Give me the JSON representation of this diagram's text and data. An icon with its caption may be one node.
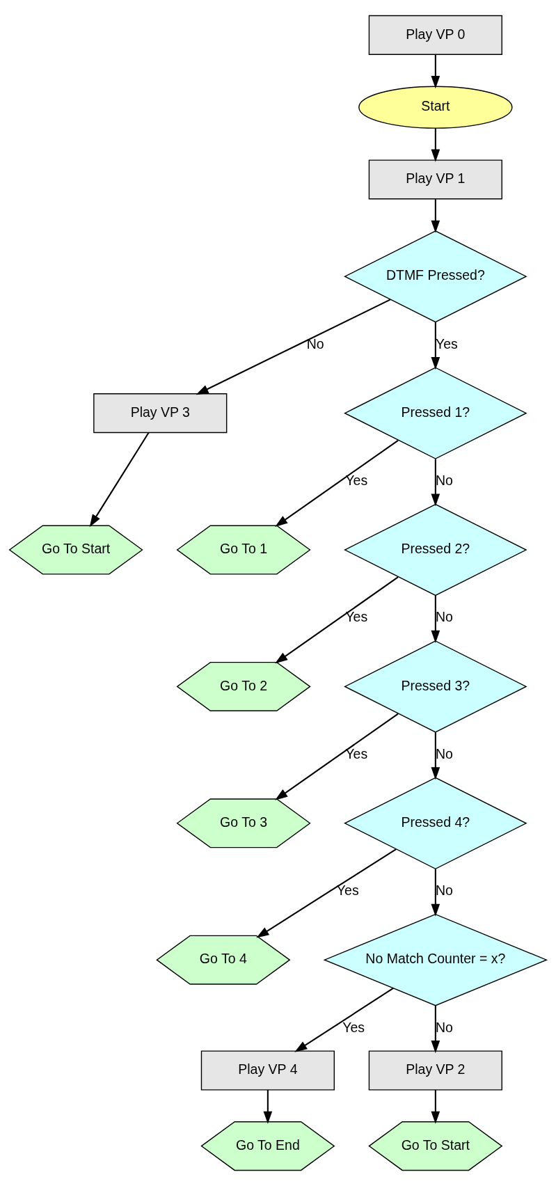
{
  "diagram": {
    "nodes": [
      {
        "text": [
          "Play VP 0"
        ]
      },
      {
        "text": [
          "Start"
        ]
      },
      {
        "text": [
          "Play VP 1"
        ]
      },
      {
        "text": [
          "DTMF Pressed?"
        ]
      },
      {
        "text": [
          "Play VP 3"
        ]
      },
      {
        "text": [
          "Go To Start"
        ]
      },
      {
        "text": [
          "Pressed 1?"
        ]
      },
      {
        "text": [
          "Go To 1"
        ]
      },
      {
        "text": [
          "Pressed 2?"
        ]
      },
      {
        "text": [
          "Go To 2"
        ]
      },
      {
        "text": [
          "Pressed 3?"
        ]
      },
      {
        "text": [
          "Go To 3"
        ]
      },
      {
        "text": [
          "Pressed 4?"
        ]
      },
      {
        "text": [
          "Go To 4"
        ]
      },
      {
        "text": [
          "No Match Counter = x?"
        ]
      },
      {
        "text": [
          "Play VP 4"
        ]
      },
      {
        "text": [
          "Go To End"
        ]
      },
      {
        "text": [
          "Play VP 2"
        ]
      },
      {
        "text": [
          "Go To Start"
        ]
      }
    ],
    "edges": [
      {
        "from": 0,
        "to": 1,
        "arrow": "to"
      },
      {
        "from": 1,
        "to": 2,
        "arrow": "to"
      },
      {
        "from": 2,
        "to": 3,
        "arrow": "to"
      },
      {
        "from": 3,
        "to": 4,
        "arrow": "to",
        "label": "No"
      },
      {
        "from": 4,
        "to": 5,
        "arrow": "to"
      },
      {
        "from": 3,
        "to": 6,
        "arrow": "to",
        "label": "Yes"
      },
      {
        "from": 6,
        "to": 7,
        "arrow": "to",
        "label": "Yes"
      },
      {
        "from": 6,
        "to": 8,
        "arrow": "to",
        "label": "No"
      },
      {
        "from": 8,
        "to": 9,
        "arrow": "to",
        "label": "Yes"
      },
      {
        "from": 8,
        "to": 10,
        "arrow": "to",
        "label": "No"
      },
      {
        "from": 10,
        "to": 11,
        "arrow": "to",
        "label": "Yes"
      },
      {
        "from": 10,
        "to": 12,
        "arrow": "to",
        "label": "No"
      },
      {
        "from": 12,
        "to": 13,
        "arrow": "to",
        "label": "Yes"
      },
      {
        "from": 12,
        "to": 14,
        "arrow": "to",
        "label": "No"
      },
      {
        "from": 14,
        "to": 15,
        "arrow": "to",
        "label": "Yes"
      },
      {
        "from": 15,
        "to": 16,
        "arrow": "to"
      },
      {
        "from": 14,
        "to": 17,
        "arrow": "to",
        "label": "No"
      },
      {
        "from": 17,
        "to": 18,
        "arrow": "to"
      }
    ]
  }
}
